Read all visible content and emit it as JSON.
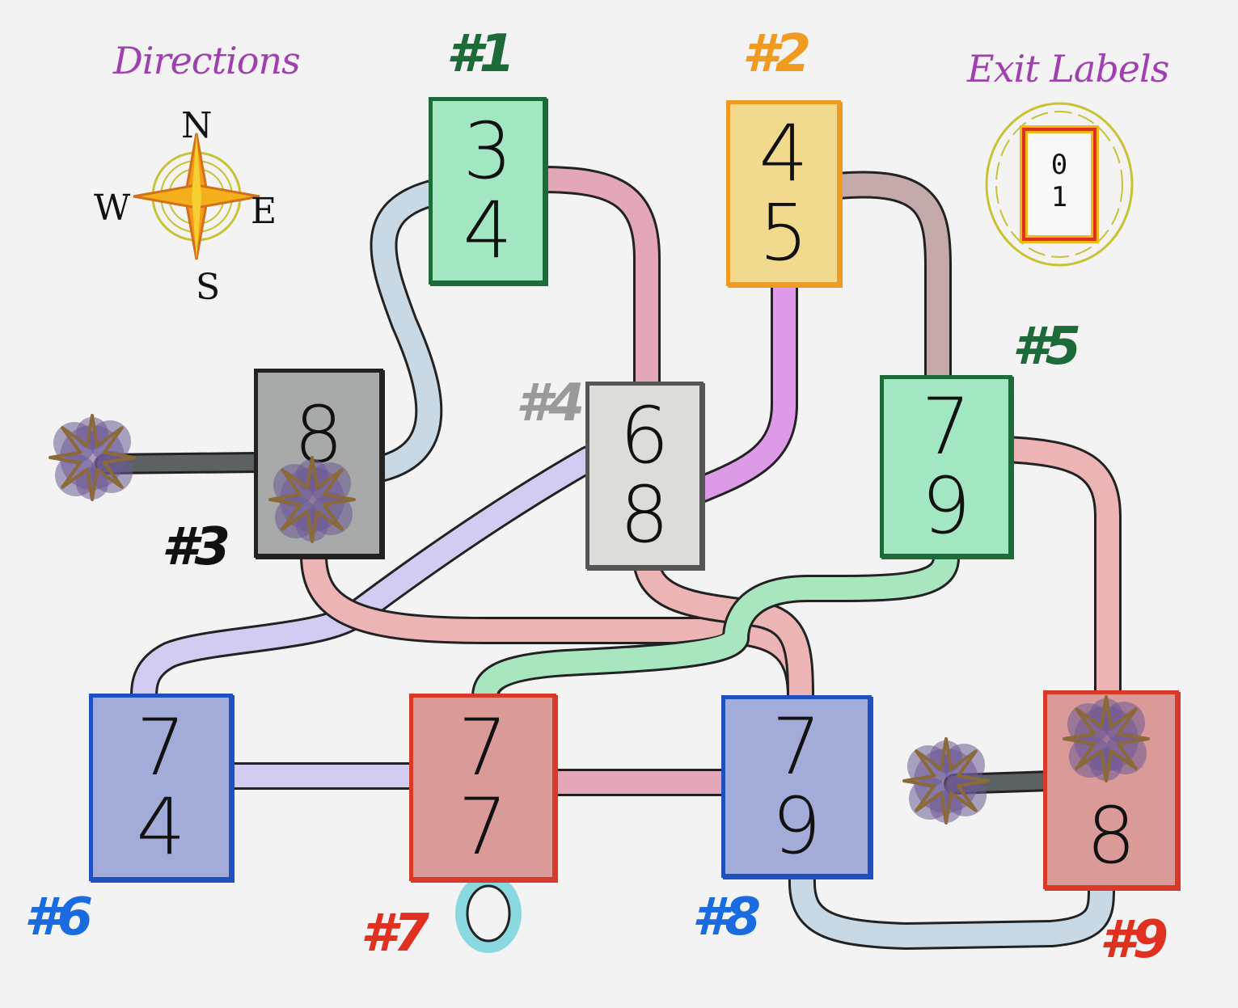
{
  "legend": {
    "directions_title": "Directions",
    "exit_labels_title": "Exit Labels",
    "compass": {
      "n": "N",
      "e": "E",
      "s": "S",
      "w": "W"
    },
    "exit_example": {
      "top": "0",
      "bottom": "1"
    }
  },
  "rooms": [
    {
      "label": "#1",
      "top": "3",
      "bottom": "4",
      "fill": "#a3e6c2",
      "stroke": "#1e6b3a",
      "label_color": "#1e6b3a"
    },
    {
      "label": "#2",
      "top": "4",
      "bottom": "5",
      "fill": "#f1d98e",
      "stroke": "#f09a20",
      "label_color": "#f09a20"
    },
    {
      "label": "#3",
      "top": "8",
      "bottom": "",
      "fill": "#a7aaa9",
      "stroke": "#222222",
      "label_color": "#111111"
    },
    {
      "label": "#4",
      "top": "6",
      "bottom": "8",
      "fill": "#dcdcd8",
      "stroke": "#555555",
      "label_color": "#9a9a9a"
    },
    {
      "label": "#5",
      "top": "7",
      "bottom": "9",
      "fill": "#a3e6c2",
      "stroke": "#1e6b3a",
      "label_color": "#1e6b3a"
    },
    {
      "label": "#6",
      "top": "7",
      "bottom": "4",
      "fill": "#a3acd8",
      "stroke": "#2050c0",
      "label_color": "#1a6ae0"
    },
    {
      "label": "#7",
      "top": "7",
      "bottom": "7",
      "fill": "#da9a97",
      "stroke": "#d83a2a",
      "label_color": "#e03020"
    },
    {
      "label": "#8",
      "top": "7",
      "bottom": "9",
      "fill": "#a3acd8",
      "stroke": "#2050c0",
      "label_color": "#1a6ae0"
    },
    {
      "label": "#9",
      "top": "",
      "bottom": "8",
      "fill": "#da9a97",
      "stroke": "#d83a2a",
      "label_color": "#e03020"
    }
  ],
  "colors": {
    "pink": "#e3a7b8",
    "lightblue": "#c8d8e4",
    "taupe": "#c4aaa8",
    "violet": "#dd9ae6",
    "lavender": "#d2ccf2",
    "salmon": "#ecb4b4",
    "mint": "#a8e6c0",
    "cyan": "#8ad8e0",
    "dark": "#5c6264",
    "hazard_purple": "#6e5a96",
    "hazard_star": "#8a6a38"
  }
}
